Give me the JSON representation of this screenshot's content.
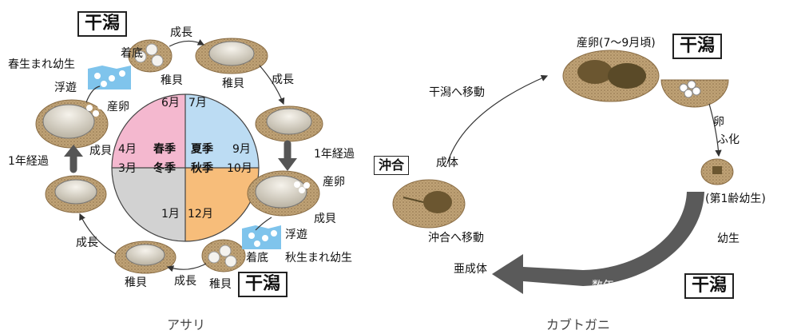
{
  "asari": {
    "caption": "アサリ",
    "tidal_top": "干潟",
    "tidal_bottom": "干潟",
    "spring_larvae": "春生まれ幼生",
    "autumn_larvae": "秋生まれ幼生",
    "settle_top": "着底",
    "settle_bottom": "着底",
    "float_top": "浮遊",
    "float_bottom": "浮遊",
    "spawn_left": "産卵",
    "spawn_right": "産卵",
    "growth_top": "成長",
    "growth_right": "成長",
    "growth_left": "成長",
    "growth_bottom": "成長",
    "juvenile_top_left": "稚貝",
    "juvenile_top_right": "稚貝",
    "juvenile_bottom_left": "稚貝",
    "juvenile_bottom_right": "稚貝",
    "adult_left": "成貝",
    "adult_right": "成貝",
    "one_year_left": "1年経過",
    "one_year_right": "1年経過",
    "months": {
      "m6": "6月",
      "m7": "7月",
      "m4": "4月",
      "m9": "9月",
      "m3": "3月",
      "m10": "10月",
      "m1": "1月",
      "m12": "12月"
    },
    "seasons": {
      "spring": "春季",
      "summer": "夏季",
      "winter": "冬季",
      "autumn": "秋季"
    },
    "season_colors": {
      "spring": "#f4b8cf",
      "summer": "#bcdcf3",
      "winter": "#d2d2d2",
      "autumn": "#f7bd7a"
    }
  },
  "kabuto": {
    "caption": "カブトガニ",
    "spawn_period": "産卵(7〜9月頃)",
    "tidal_top": "干潟",
    "tidal_bottom": "干潟",
    "offshore": "沖合",
    "egg": "卵",
    "hatch": "ふ化",
    "first_instar": "(第1齢幼生)",
    "larva": "幼生",
    "years": "数年",
    "subadult": "亜成体",
    "move_offshore": "沖合へ移動",
    "adult": "成体",
    "move_tidal": "干潟へ移動"
  },
  "colors": {
    "mud": "#b89a6c",
    "mud_edge": "#8a6d45",
    "big_arrow": "#5a5a5a",
    "shell": "#e6e0d2"
  }
}
